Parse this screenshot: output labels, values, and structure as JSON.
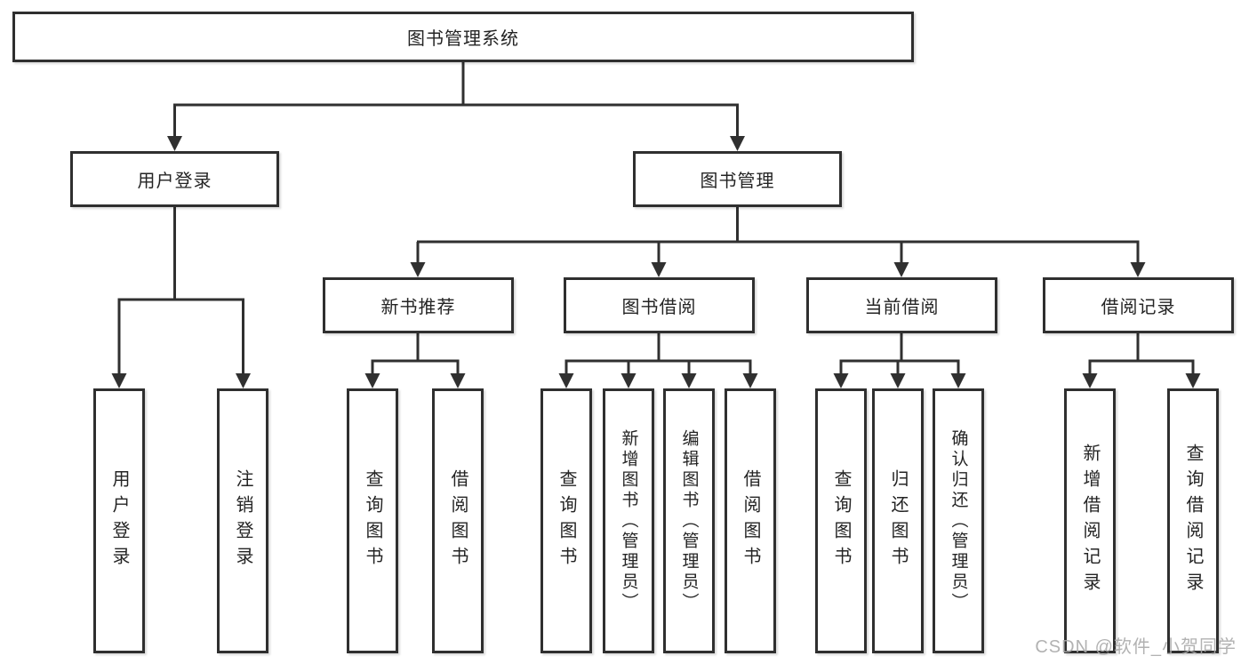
{
  "title": "图书管理系统",
  "branches": [
    {
      "label": "用户登录",
      "children": [
        {
          "label": "用户登录"
        },
        {
          "label": "注销登录"
        }
      ]
    },
    {
      "label": "图书管理",
      "children": [
        {
          "label": "新书推荐",
          "children": [
            {
              "label": "查询图书"
            },
            {
              "label": "借阅图书"
            }
          ]
        },
        {
          "label": "图书借阅",
          "children": [
            {
              "label": "查询图书"
            },
            {
              "label": "新增图书（管理员）"
            },
            {
              "label": "编辑图书（管理员）"
            },
            {
              "label": "借阅图书"
            }
          ]
        },
        {
          "label": "当前借阅",
          "children": [
            {
              "label": "查询图书"
            },
            {
              "label": "归还图书"
            },
            {
              "label": "确认归还（管理员）"
            }
          ]
        },
        {
          "label": "借阅记录",
          "children": [
            {
              "label": "新增借阅记录"
            },
            {
              "label": "查询借阅记录"
            }
          ]
        }
      ]
    }
  ],
  "watermark": "CSDN @软件_小贺同学",
  "colors": {
    "line": "#303030",
    "box_border": "#2f2f2f",
    "box_fill": "#ffffff",
    "text": "#242424",
    "watermark": "#aaaaaa"
  }
}
